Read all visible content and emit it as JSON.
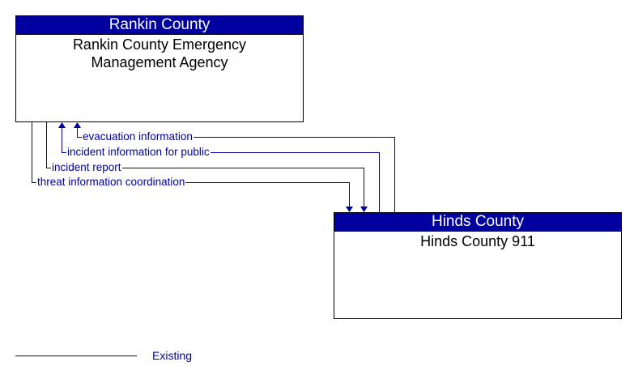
{
  "diagram": {
    "nodes": [
      {
        "id": "rankin",
        "header": "Rankin County",
        "body": "Rankin County Emergency Management Agency"
      },
      {
        "id": "hinds",
        "header": "Hinds County",
        "body": "Hinds County 911"
      }
    ],
    "flows": [
      {
        "label": "evacuation information",
        "from": "Hinds County 911",
        "to": "Rankin County Emergency Management Agency",
        "status": "Existing"
      },
      {
        "label": "incident information for public",
        "from": "Hinds County 911",
        "to": "Rankin County Emergency Management Agency",
        "status": "Existing"
      },
      {
        "label": "incident report",
        "from": "Rankin County Emergency Management Agency",
        "to": "Hinds County 911",
        "status": "Existing"
      },
      {
        "label": "threat information coordination",
        "from": "Rankin County Emergency Management Agency",
        "to": "Hinds County 911",
        "status": "Existing"
      }
    ],
    "legend": [
      {
        "label": "Existing",
        "color": "#0000a0"
      }
    ],
    "colors": {
      "header_fill": "#0000a0",
      "flow_line": "#0000a0"
    }
  }
}
